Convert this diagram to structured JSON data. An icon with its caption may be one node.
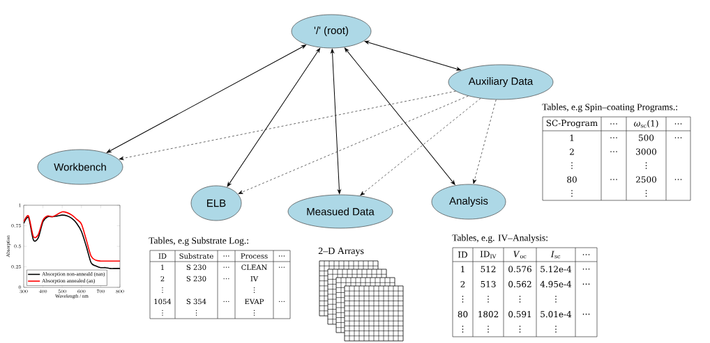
{
  "diagram": {
    "nodes": [
      {
        "text": [
          "'/' (root)"
        ]
      },
      {
        "text": [
          "Auxiliary Data"
        ]
      },
      {
        "text": [
          "Workbench"
        ]
      },
      {
        "text": [
          "ELB"
        ]
      },
      {
        "text": [
          "Measued Data"
        ]
      },
      {
        "text": [
          "Analysis"
        ]
      }
    ],
    "edges": [
      {
        "from": 0,
        "to": 1,
        "arrow": "both"
      },
      {
        "from": 0,
        "to": 2,
        "arrow": "both"
      },
      {
        "from": 0,
        "to": 3,
        "arrow": "both"
      },
      {
        "from": 0,
        "to": 4,
        "arrow": "both"
      },
      {
        "from": 0,
        "to": 5,
        "arrow": "both"
      },
      {
        "from": 1,
        "to": 2,
        "arrow": "to",
        "style": "dashed"
      },
      {
        "from": 1,
        "to": 3,
        "arrow": "to",
        "style": "dashed"
      },
      {
        "from": 1,
        "to": 4,
        "arrow": "to",
        "style": "dashed"
      },
      {
        "from": 1,
        "to": 5,
        "arrow": "to",
        "style": "dashed"
      }
    ],
    "labels": [
      "Tables, e.g Spin–coating Programs.:",
      "SC-Program",
      "…",
      "*ω*$_{sc}$(1)",
      "…",
      "1",
      "…",
      "500",
      "…",
      "2",
      "…",
      "3000",
      "⋮",
      "⋮",
      "80",
      "…",
      "2500",
      "…",
      "⋮",
      "⋮",
      "Tables, e.g Substrate Log.:",
      "ID",
      "Substrate",
      "…",
      "Process",
      "…",
      "1",
      "S 230",
      "…",
      "CLEAN",
      "…",
      "2",
      "S 230",
      "…",
      "IV",
      "⋮",
      "⋮",
      "1054",
      "S 354",
      "…",
      "EVAP",
      "…",
      "⋮",
      "⋮",
      "⋮",
      "2–D Arrays",
      "Tables, e.g. IV–Analysis:",
      "ID",
      "ID$_{IV}$",
      "*V*$_{oc}$",
      "*I*$_{sc}$",
      "…",
      "1",
      "512",
      "0.576",
      "5.12e-4",
      "…",
      "2",
      "513",
      "0.562",
      "4.95e-4",
      "…",
      "⋮",
      "⋮",
      "⋮",
      "⋮",
      "80",
      "1802",
      "0.591",
      "5.01e-4",
      "…",
      "⋮",
      "⋮",
      "⋮",
      "⋮"
    ],
    "chart_data": {
      "type": "line",
      "xlabel": "Wavelength / nm",
      "ylabel": "Absorption",
      "x": [
        300,
        325,
        350,
        375,
        400,
        425,
        450,
        475,
        500,
        525,
        550,
        575,
        600,
        625,
        650,
        675,
        700,
        725,
        750,
        775,
        800
      ],
      "series": [
        {
          "name": "Absorption non-anneald (nan)",
          "color": "#000000",
          "values": [
            0.78,
            0.85,
            0.58,
            0.6,
            0.8,
            0.86,
            0.86,
            0.87,
            0.88,
            0.87,
            0.84,
            0.78,
            0.68,
            0.5,
            0.3,
            0.26,
            0.24,
            0.24,
            0.23,
            0.23,
            0.23
          ]
        },
        {
          "name": "Absorption annealed (an)",
          "color": "#ff0000",
          "values": [
            0.8,
            0.87,
            0.62,
            0.64,
            0.82,
            0.87,
            0.86,
            0.89,
            0.92,
            0.91,
            0.88,
            0.83,
            0.77,
            0.58,
            0.38,
            0.33,
            0.32,
            0.32,
            0.32,
            0.32,
            0.32
          ]
        }
      ],
      "xlim": [
        300,
        800
      ],
      "ylim": [
        0,
        1
      ],
      "xticks": [
        300,
        400,
        500,
        600,
        700,
        800
      ],
      "yticks": [
        0,
        0.25,
        0.5,
        0.75,
        1
      ],
      "legend": "lower left"
    }
  }
}
